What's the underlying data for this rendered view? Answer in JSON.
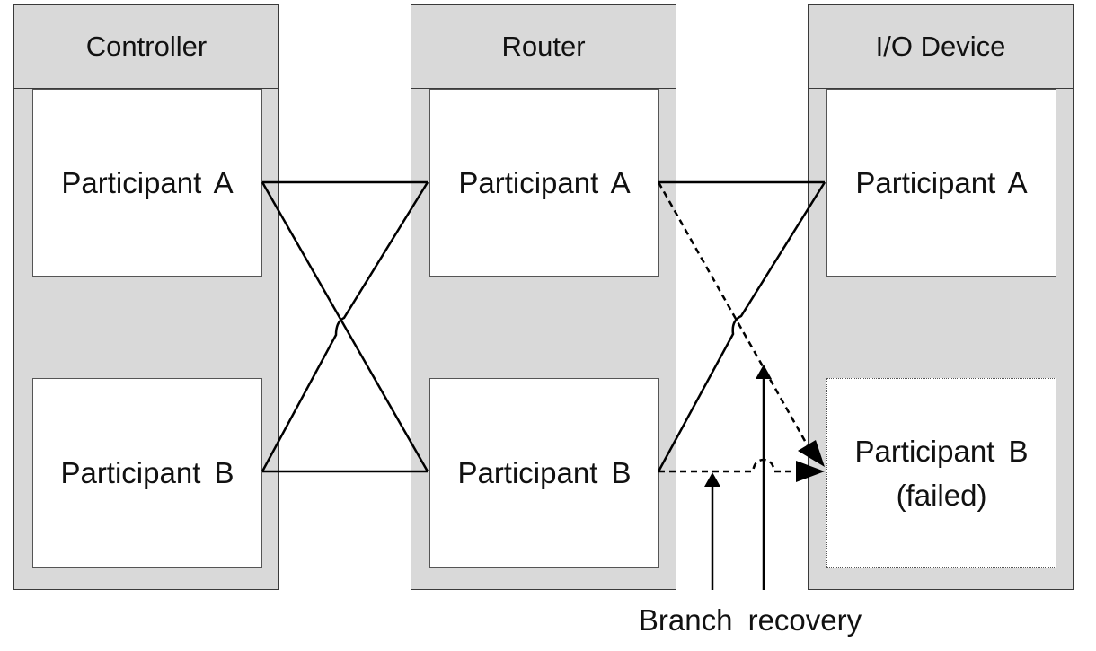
{
  "columns": [
    {
      "title": "Controller",
      "participants": [
        {
          "label": "Participant A"
        },
        {
          "label": "Participant B"
        }
      ]
    },
    {
      "title": "Router",
      "participants": [
        {
          "label": "Participant A"
        },
        {
          "label": "Participant B"
        }
      ]
    },
    {
      "title": "I/O Device",
      "participants": [
        {
          "label": "Participant A"
        },
        {
          "label": "Participant B\n(failed)",
          "status": "failed"
        }
      ]
    }
  ],
  "annotation": {
    "label": "Branch recovery"
  },
  "colors": {
    "column_fill": "#d9d9d9",
    "box_fill": "#ffffff",
    "line": "#000000"
  }
}
